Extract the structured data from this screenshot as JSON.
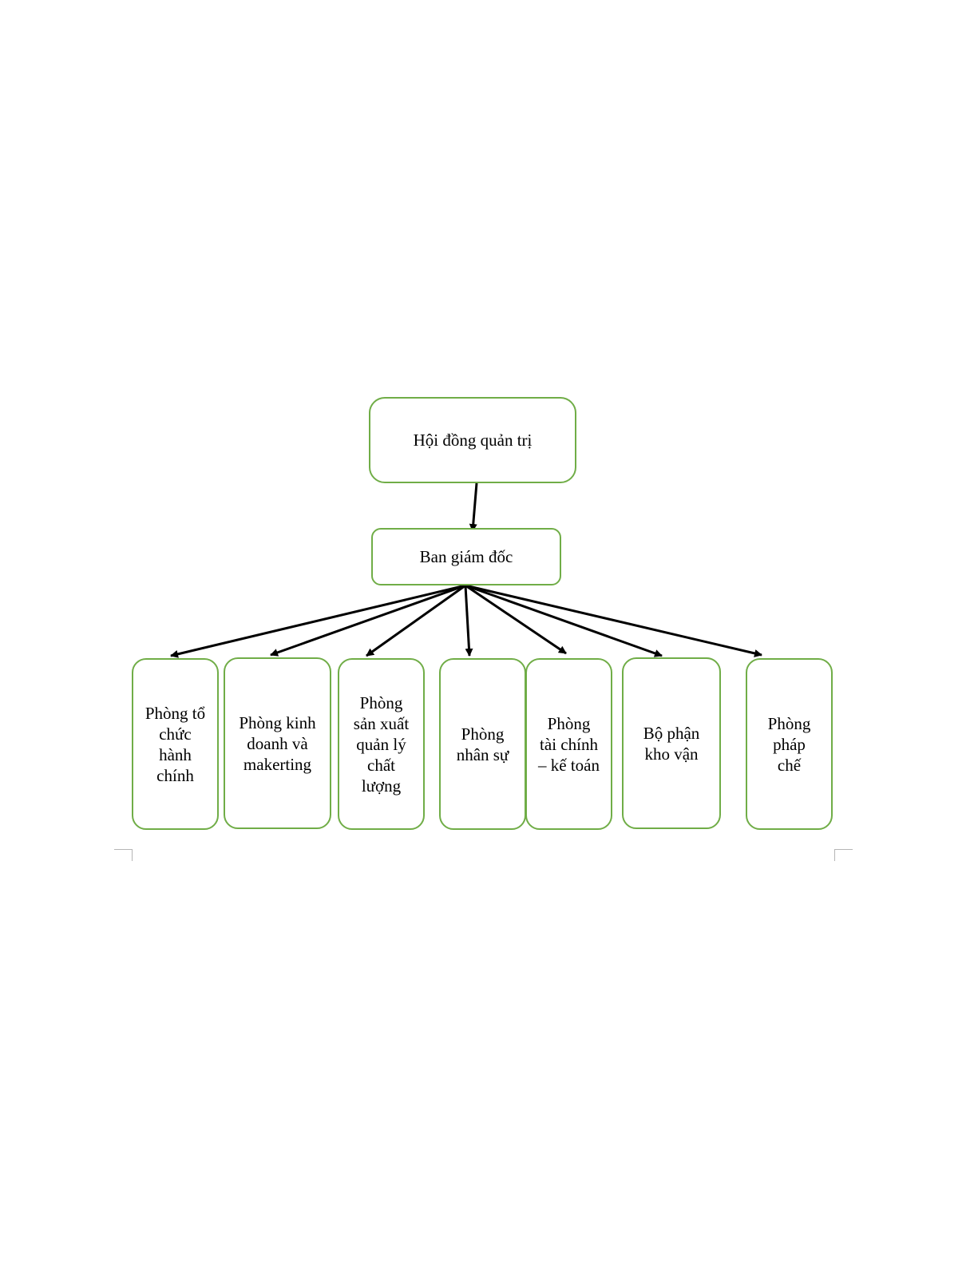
{
  "diagram": {
    "board": {
      "label": "Hội đồng quản trị"
    },
    "directors": {
      "label": "Ban giám đốc"
    },
    "departments": [
      {
        "label": "Phòng tổ chức hành chính"
      },
      {
        "label": "Phòng kinh doanh và makerting"
      },
      {
        "label": "Phòng sản xuất quản lý chất lượng"
      },
      {
        "label": "Phòng nhân sự"
      },
      {
        "label": "Phòng tài chính – kế toán"
      },
      {
        "label": "Bộ phận kho vận"
      },
      {
        "label": "Phòng pháp chế"
      }
    ]
  },
  "colors": {
    "box_border": "#70ad47",
    "arrow": "#000000",
    "text": "#000000"
  }
}
